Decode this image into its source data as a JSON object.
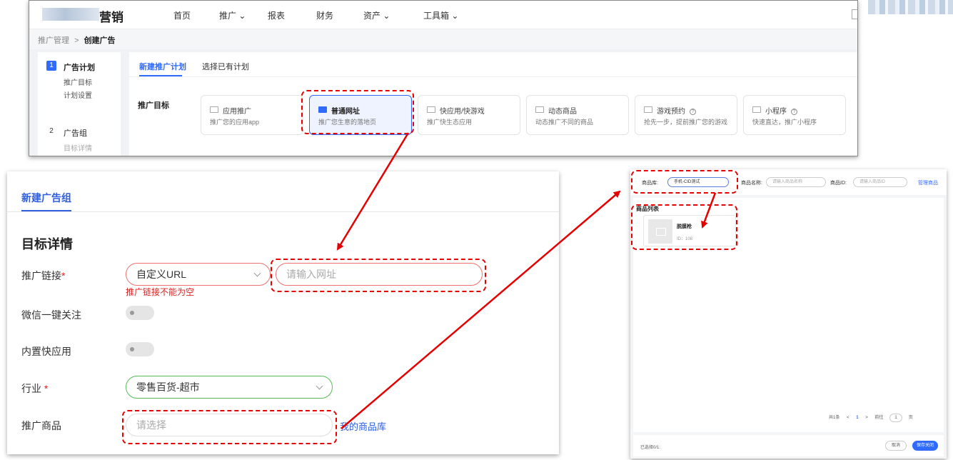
{
  "header": {
    "brand": "营销",
    "nav": [
      "首页",
      "推广",
      "报表",
      "财务",
      "资产",
      "工具箱"
    ],
    "nav_dropdown": [
      false,
      true,
      false,
      false,
      true,
      true
    ]
  },
  "breadcrumb": {
    "parent": "推广管理",
    "separator": ">",
    "current": "创建广告"
  },
  "steps": [
    {
      "num": "1",
      "title": "广告计划",
      "subs": [
        "推广目标",
        "计划设置"
      ]
    },
    {
      "num": "2",
      "title": "广告组",
      "subs": [
        "目标详情"
      ]
    }
  ],
  "plan_tabs": [
    "新建推广计划",
    "选择已有计划"
  ],
  "goal_label": "推广目标",
  "goals": [
    {
      "title": "应用推广",
      "desc": "推广您的应用app",
      "help": false
    },
    {
      "title": "普通网址",
      "desc": "推广您生意的落地页",
      "help": false,
      "selected": true
    },
    {
      "title": "快应用/快游戏",
      "desc": "推广快生态应用",
      "help": false
    },
    {
      "title": "动态商品",
      "desc": "动态推广不同的商品",
      "help": false
    },
    {
      "title": "游戏预约",
      "desc": "抢先一步，提前推广您的游戏",
      "help": true
    },
    {
      "title": "小程序",
      "desc": "快速直达，推广小程序",
      "help": true
    }
  ],
  "help_glyph": "?",
  "adgroup": {
    "tab": "新建广告组",
    "section": "目标详情",
    "promo_link": {
      "label": "推广链接",
      "required": "*",
      "type_value": "自定义URL",
      "url_placeholder": "请输入网址",
      "error": "推广链接不能为空"
    },
    "wechat_follow": {
      "label": "微信一键关注",
      "on": false
    },
    "quick_app": {
      "label": "内置快应用",
      "on": false
    },
    "industry": {
      "label": "行业",
      "required": "*",
      "value": "零售百货-超市"
    },
    "product": {
      "label": "推广商品",
      "placeholder": "请选择",
      "link": "我的商品库"
    }
  },
  "picker": {
    "lib_label": "商品库:",
    "lib_value": "手机-CID测试",
    "name_label": "商品名称:",
    "name_placeholder": "请输入商品名称",
    "id_label": "商品ID:",
    "id_placeholder": "请输入商品ID",
    "manage": "管理商品",
    "list_title": "商品列表",
    "product": {
      "name": "脱膜枪",
      "id": "ID：108"
    },
    "pager": {
      "total": "共1条",
      "prev": "<",
      "page": "1",
      "next": ">",
      "goto": "前往",
      "goto_value": "1",
      "unit": "页"
    },
    "selected": "已选择0/1:",
    "cancel": "取消",
    "save": "保存关闭"
  },
  "colors": {
    "accent": "#2f6bff",
    "error": "#e02020",
    "annotation": "#e60000",
    "success_border": "#55bb55"
  }
}
